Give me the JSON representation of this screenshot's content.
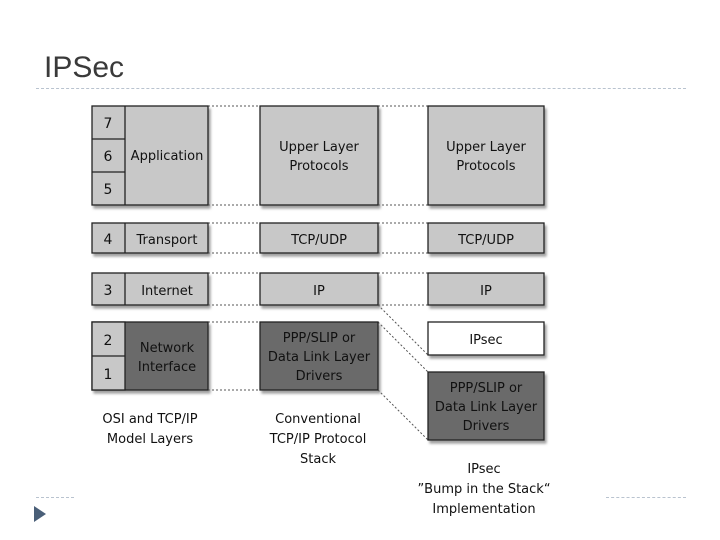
{
  "slide": {
    "title": "IPSec"
  },
  "diagram": {
    "osi": {
      "layer_numbers": [
        "7",
        "6",
        "5",
        "4",
        "3",
        "2",
        "1"
      ],
      "application": "Application",
      "transport": "Transport",
      "internet": "Internet",
      "network_interface": [
        "Network",
        "Interface"
      ],
      "caption": [
        "OSI and TCP/IP",
        "Model Layers"
      ]
    },
    "conventional": {
      "upper": [
        "Upper Layer",
        "Protocols"
      ],
      "tcpudp": "TCP/UDP",
      "ip": "IP",
      "drivers": [
        "PPP/SLIP or",
        "Data Link Layer",
        "Drivers"
      ],
      "caption": [
        "Conventional",
        "TCP/IP Protocol",
        "Stack"
      ]
    },
    "bits": {
      "upper": [
        "Upper Layer",
        "Protocols"
      ],
      "tcpudp": "TCP/UDP",
      "ip": "IP",
      "ipsec": "IPsec",
      "drivers": [
        "PPP/SLIP or",
        "Data Link Layer",
        "Drivers"
      ],
      "caption": [
        "IPsec",
        "”Bump in the Stack“",
        "Implementation"
      ]
    },
    "colors": {
      "light_box": "#c8c8c8",
      "dark_box": "#6b6b6b",
      "ipsec_box": "#ffffff",
      "border": "#222222",
      "shadow": "#8a8a8a",
      "accent": "#4a5f78"
    }
  }
}
